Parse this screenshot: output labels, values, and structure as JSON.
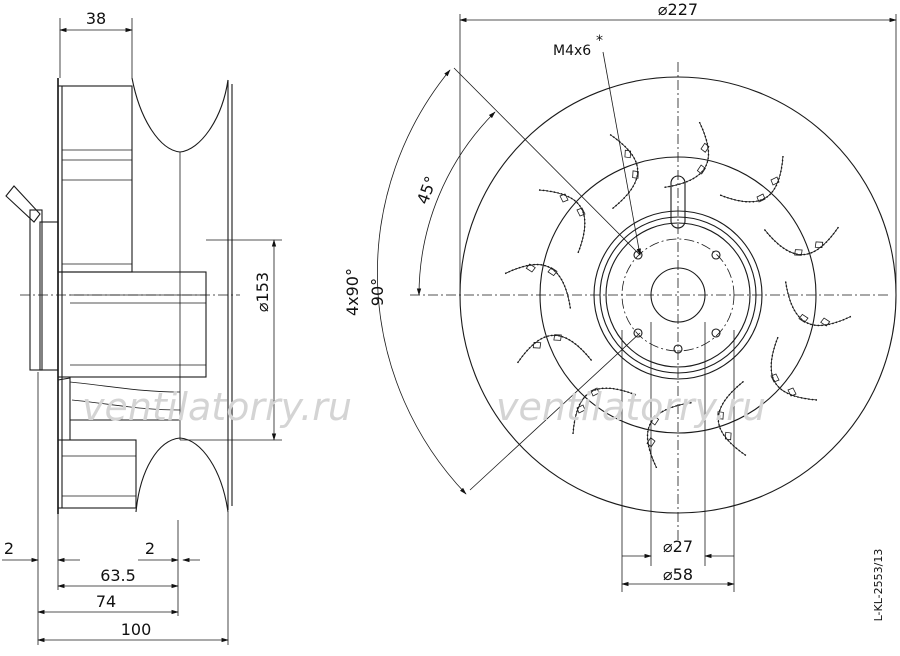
{
  "drawing": {
    "side_view": {
      "width_38": "38",
      "diameter_153": "⌀153",
      "gap_left_2": "2",
      "gap_right_2": "2",
      "length_63_5": "63.5",
      "length_74": "74",
      "length_100": "100"
    },
    "front_view": {
      "diameter_227": "⌀227",
      "thread_label": "M4x6",
      "thread_star": "*",
      "angle_45": "45°",
      "angle_4x90": "4x90°",
      "angle_90": "90°",
      "diameter_27": "⌀27",
      "diameter_58": "⌀58"
    },
    "drawing_code": "L-KL-2553/13",
    "watermark_left": "ventilatorry.ru",
    "watermark_right": "ventilatorry.ru"
  }
}
